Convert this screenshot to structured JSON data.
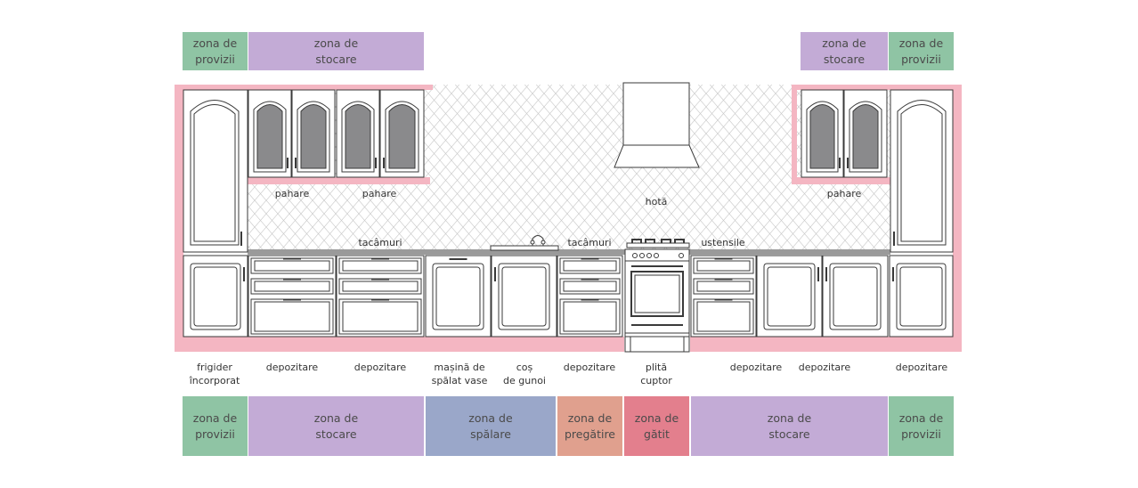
{
  "colors": {
    "provizii": "#8fc4a4",
    "stocare": "#c3abd6",
    "spalare": "#9aa7c9",
    "pregatire": "#e0a08e",
    "gatit": "#e37f8d",
    "pink_wall": "#f4b6c2",
    "glass": "#8a8a8c",
    "outline": "#3a3a3a",
    "tile": "#c9c9c9"
  },
  "top_zones": [
    {
      "text": "zona de\nprovizii",
      "zone": "provizii"
    },
    {
      "text": "zona de\nstocare",
      "zone": "stocare"
    },
    {
      "text": "zona de\nstocare",
      "zone": "stocare"
    },
    {
      "text": "zona de\nprovizii",
      "zone": "provizii"
    }
  ],
  "bottom_zones": [
    {
      "text": "zona de\nprovizii",
      "zone": "provizii"
    },
    {
      "text": "zona de\nstocare",
      "zone": "stocare"
    },
    {
      "text": "zona de\nspălare",
      "zone": "spalare"
    },
    {
      "text": "zona de\npregătire",
      "zone": "pregatire"
    },
    {
      "text": "zona de\ngătit",
      "zone": "gatit"
    },
    {
      "text": "zona de\nstocare",
      "zone": "stocare"
    },
    {
      "text": "zona de\nprovizii",
      "zone": "provizii"
    }
  ],
  "inner_labels": {
    "pahare_1": "pahare",
    "pahare_2": "pahare",
    "pahare_3": "pahare",
    "hota": "hotă",
    "tacamuri_1": "tacâmuri",
    "tacamuri_2": "tacâmuri",
    "ustensile": "ustensile"
  },
  "cabinet_labels": [
    {
      "text": "frigider\nîncorporat"
    },
    {
      "text": "depozitare"
    },
    {
      "text": "depozitare"
    },
    {
      "text": "mașină de\nspălat vase"
    },
    {
      "text": "coș\nde gunoi"
    },
    {
      "text": "depozitare"
    },
    {
      "text": "plită\ncuptor"
    },
    {
      "text": "depozitare"
    },
    {
      "text": "depozitare"
    },
    {
      "text": "depozitare"
    }
  ]
}
